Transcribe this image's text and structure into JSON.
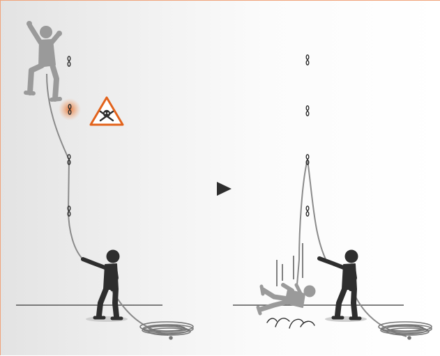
{
  "illustration": {
    "panels": [
      {
        "name": "before",
        "bolts": 4,
        "warning_bolt": 2,
        "warning_icon": "skull-crossbones-icon"
      },
      {
        "name": "after",
        "bolts": 4,
        "event": "climber-fall"
      }
    ],
    "transition_icon": "play-arrow-icon",
    "colors": {
      "figure_dark": "#2e2e2e",
      "figure_light": "#9a9a9a",
      "warning_orange": "#e2621b",
      "rope": "#8a8a8a",
      "ground": "#555555"
    }
  }
}
